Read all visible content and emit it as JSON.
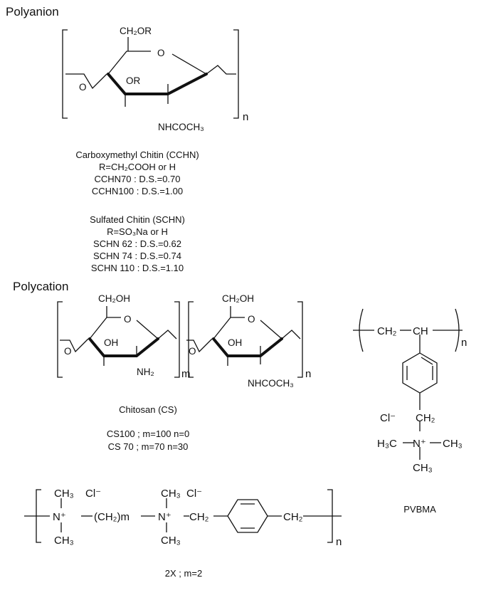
{
  "sections": {
    "polyanion": "Polyanion",
    "polycation": "Polycation"
  },
  "structure": {
    "ch2or": "CH₂OR",
    "or": "OR",
    "ring_o": "O",
    "link_o": "O",
    "nhcoch3": "NHCOCH₃",
    "ch2oh": "CH₂OH",
    "oh": "OH",
    "nh2": "NH₂",
    "m": "m",
    "n": "n",
    "ch2": "CH₂",
    "ch": "CH",
    "cl_minus": "Cl⁻",
    "h3c": "H₃C",
    "n_plus": "N⁺",
    "ch3": "CH₃",
    "ch2m": "(CH₂)m"
  },
  "captions": {
    "cchn_title": "Carboxymethyl Chitin (CCHN)",
    "cchn_r": "R=CH₂COOH or H",
    "cchn70": "CCHN70 : D.S.=0.70",
    "cchn100": "CCHN100 : D.S.=1.00",
    "schn_title": "Sulfated Chitin (SCHN)",
    "schn_r": "R=SO₃Na or H",
    "schn62": "SCHN 62 : D.S.=0.62",
    "schn74": "SCHN 74 : D.S.=0.74",
    "schn110": "SCHN 110 : D.S.=1.10",
    "cs_title": "Chitosan (CS)",
    "cs100": "CS100 ; m=100 n=0",
    "cs70": "CS 70 ; m=70 n=30",
    "pvbma": "PVBMA",
    "x2": "2X ; m=2"
  }
}
